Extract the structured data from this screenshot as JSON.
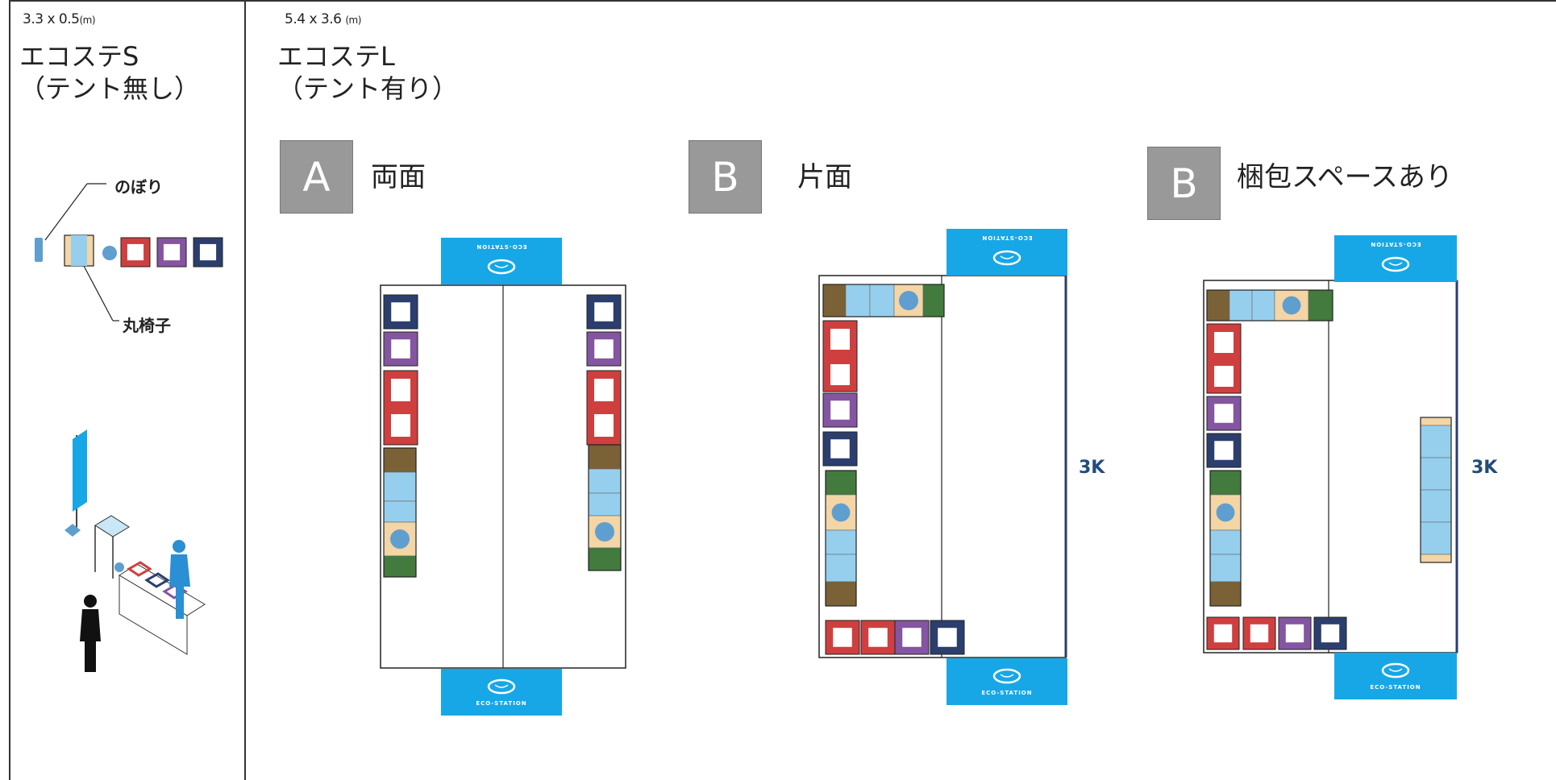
{
  "left_panel": {
    "dimension": "3.3 x 0.5",
    "unit": "(m)",
    "name": "エコステS",
    "subtitle": "（テント無し）",
    "legend_flag": "のぼり",
    "legend_stool": "丸椅子"
  },
  "right_panel": {
    "dimension": "5.4 x 3.6",
    "unit": "(m)",
    "name": "エコステL",
    "subtitle": "（テント有り）"
  },
  "options": [
    {
      "badge": "A",
      "label": "両面"
    },
    {
      "badge": "B",
      "label": "片面"
    },
    {
      "badge": "B",
      "label": "梱包スペースあり"
    }
  ],
  "side_markers": [
    "3K",
    "3K"
  ],
  "banner_text": "ECO-STATION",
  "colors": {
    "navy": "#2b3e6e",
    "purple": "#8455a0",
    "red": "#cf3f3f",
    "brown": "#7a6236",
    "green": "#437a3d",
    "lightblue": "#96cfee",
    "tan": "#f3d5a6",
    "stool": "#5e9fcf",
    "banner": "#18a7e6"
  }
}
